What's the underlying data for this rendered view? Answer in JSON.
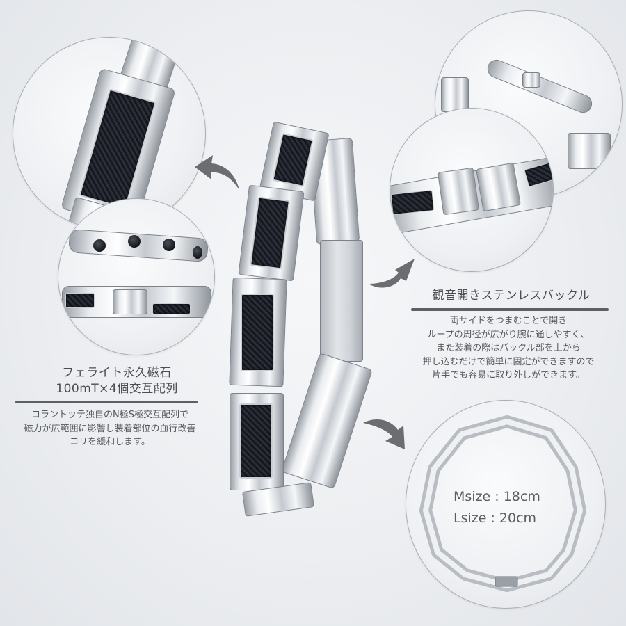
{
  "product": {
    "type": "magnetic bracelet",
    "material": "stainless steel with black carbon inlay"
  },
  "left_feature": {
    "title_line1": "フェライト永久磁石",
    "title_line2": "100mT×4個交互配列",
    "description_lines": [
      "コラントッテ独自のN極S極交互配列で",
      "磁力が広範囲に影響し装着部位の血行改善",
      "コリを緩和します。"
    ]
  },
  "right_feature": {
    "title": "観音開きステンレスバックル",
    "description_lines": [
      "両サイドをつまむことで開き",
      "ループの周径が広がり腕に通しやすく、",
      "また装着の際はバックル部を上から",
      "押し込むだけで簡単に固定ができますので",
      "片手でも容易に取り外しができます。"
    ]
  },
  "sizes": {
    "m": "Msize : 18cm",
    "l": "Lsize : 20cm"
  },
  "callouts": [
    {
      "id": "inlay-closeup",
      "arrow": "arrow-up-left"
    },
    {
      "id": "magnet-view",
      "arrow": "none"
    },
    {
      "id": "buckle-open",
      "arrow": "none"
    },
    {
      "id": "buckle-closed",
      "arrow": "arrow-up-right"
    },
    {
      "id": "size-view",
      "arrow": "arrow-down-right"
    }
  ],
  "colors": {
    "text": "#4a4d52",
    "rule": "#5c5f64",
    "arrow": "#6b6d70",
    "circle_border": "#a9adb3",
    "inlay": "#1b1e25"
  }
}
